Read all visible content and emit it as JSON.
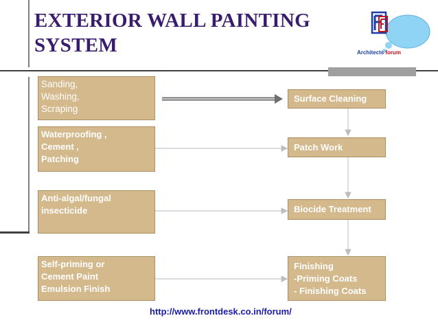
{
  "slide": {
    "title": "EXTERIOR WALL PAINTING\nSYSTEM",
    "footer_link": "http://www.frontdesk.co.in/forum/"
  },
  "logo": {
    "brand_word_1": "Architects",
    "brand_word_2": "forum"
  },
  "left_boxes": [
    {
      "text": "Sanding,\nWashing,\nScraping"
    },
    {
      "text": "Waterproofing ,\nCement ,\nPatching"
    },
    {
      "text": "Anti-algal/fungal\ninsecticide"
    },
    {
      "text": "Self-priming or\nCement  Paint\nEmulsion Finish"
    }
  ],
  "right_boxes": [
    {
      "text": "Surface Cleaning"
    },
    {
      "text": "Patch Work"
    },
    {
      "text": "Biocide Treatment"
    },
    {
      "text": "      Finishing\n-Priming Coats\n- Finishing  Coats"
    }
  ],
  "colors": {
    "title": "#3a1c6e",
    "box_fill": "#d3b98c",
    "box_text": "#ffffff",
    "link": "#1a1aa6",
    "connector": "#c8c8c8"
  }
}
